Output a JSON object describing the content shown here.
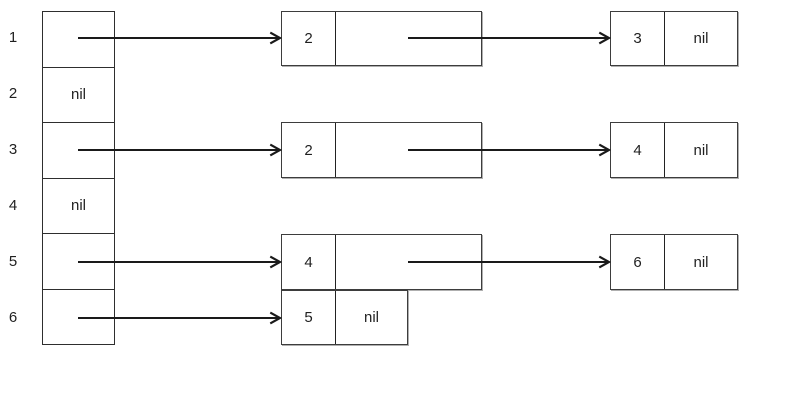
{
  "rows": [
    {
      "label": "1",
      "array_cell": "",
      "chain": [
        {
          "value": "2",
          "next": ""
        },
        {
          "value": "3",
          "next": "nil"
        }
      ]
    },
    {
      "label": "2",
      "array_cell": "nil",
      "chain": []
    },
    {
      "label": "3",
      "array_cell": "",
      "chain": [
        {
          "value": "2",
          "next": ""
        },
        {
          "value": "4",
          "next": "nil"
        }
      ]
    },
    {
      "label": "4",
      "array_cell": "nil",
      "chain": []
    },
    {
      "label": "5",
      "array_cell": "",
      "chain": [
        {
          "value": "4",
          "next": ""
        },
        {
          "value": "6",
          "next": "nil"
        }
      ]
    },
    {
      "label": "6",
      "array_cell": "",
      "chain": [
        {
          "value": "5",
          "next": "nil"
        }
      ]
    }
  ],
  "colors": {
    "background": "#ffffff",
    "line": "#1a1a1a",
    "border": "#3d3d3d",
    "text": "#1f1f1f"
  }
}
